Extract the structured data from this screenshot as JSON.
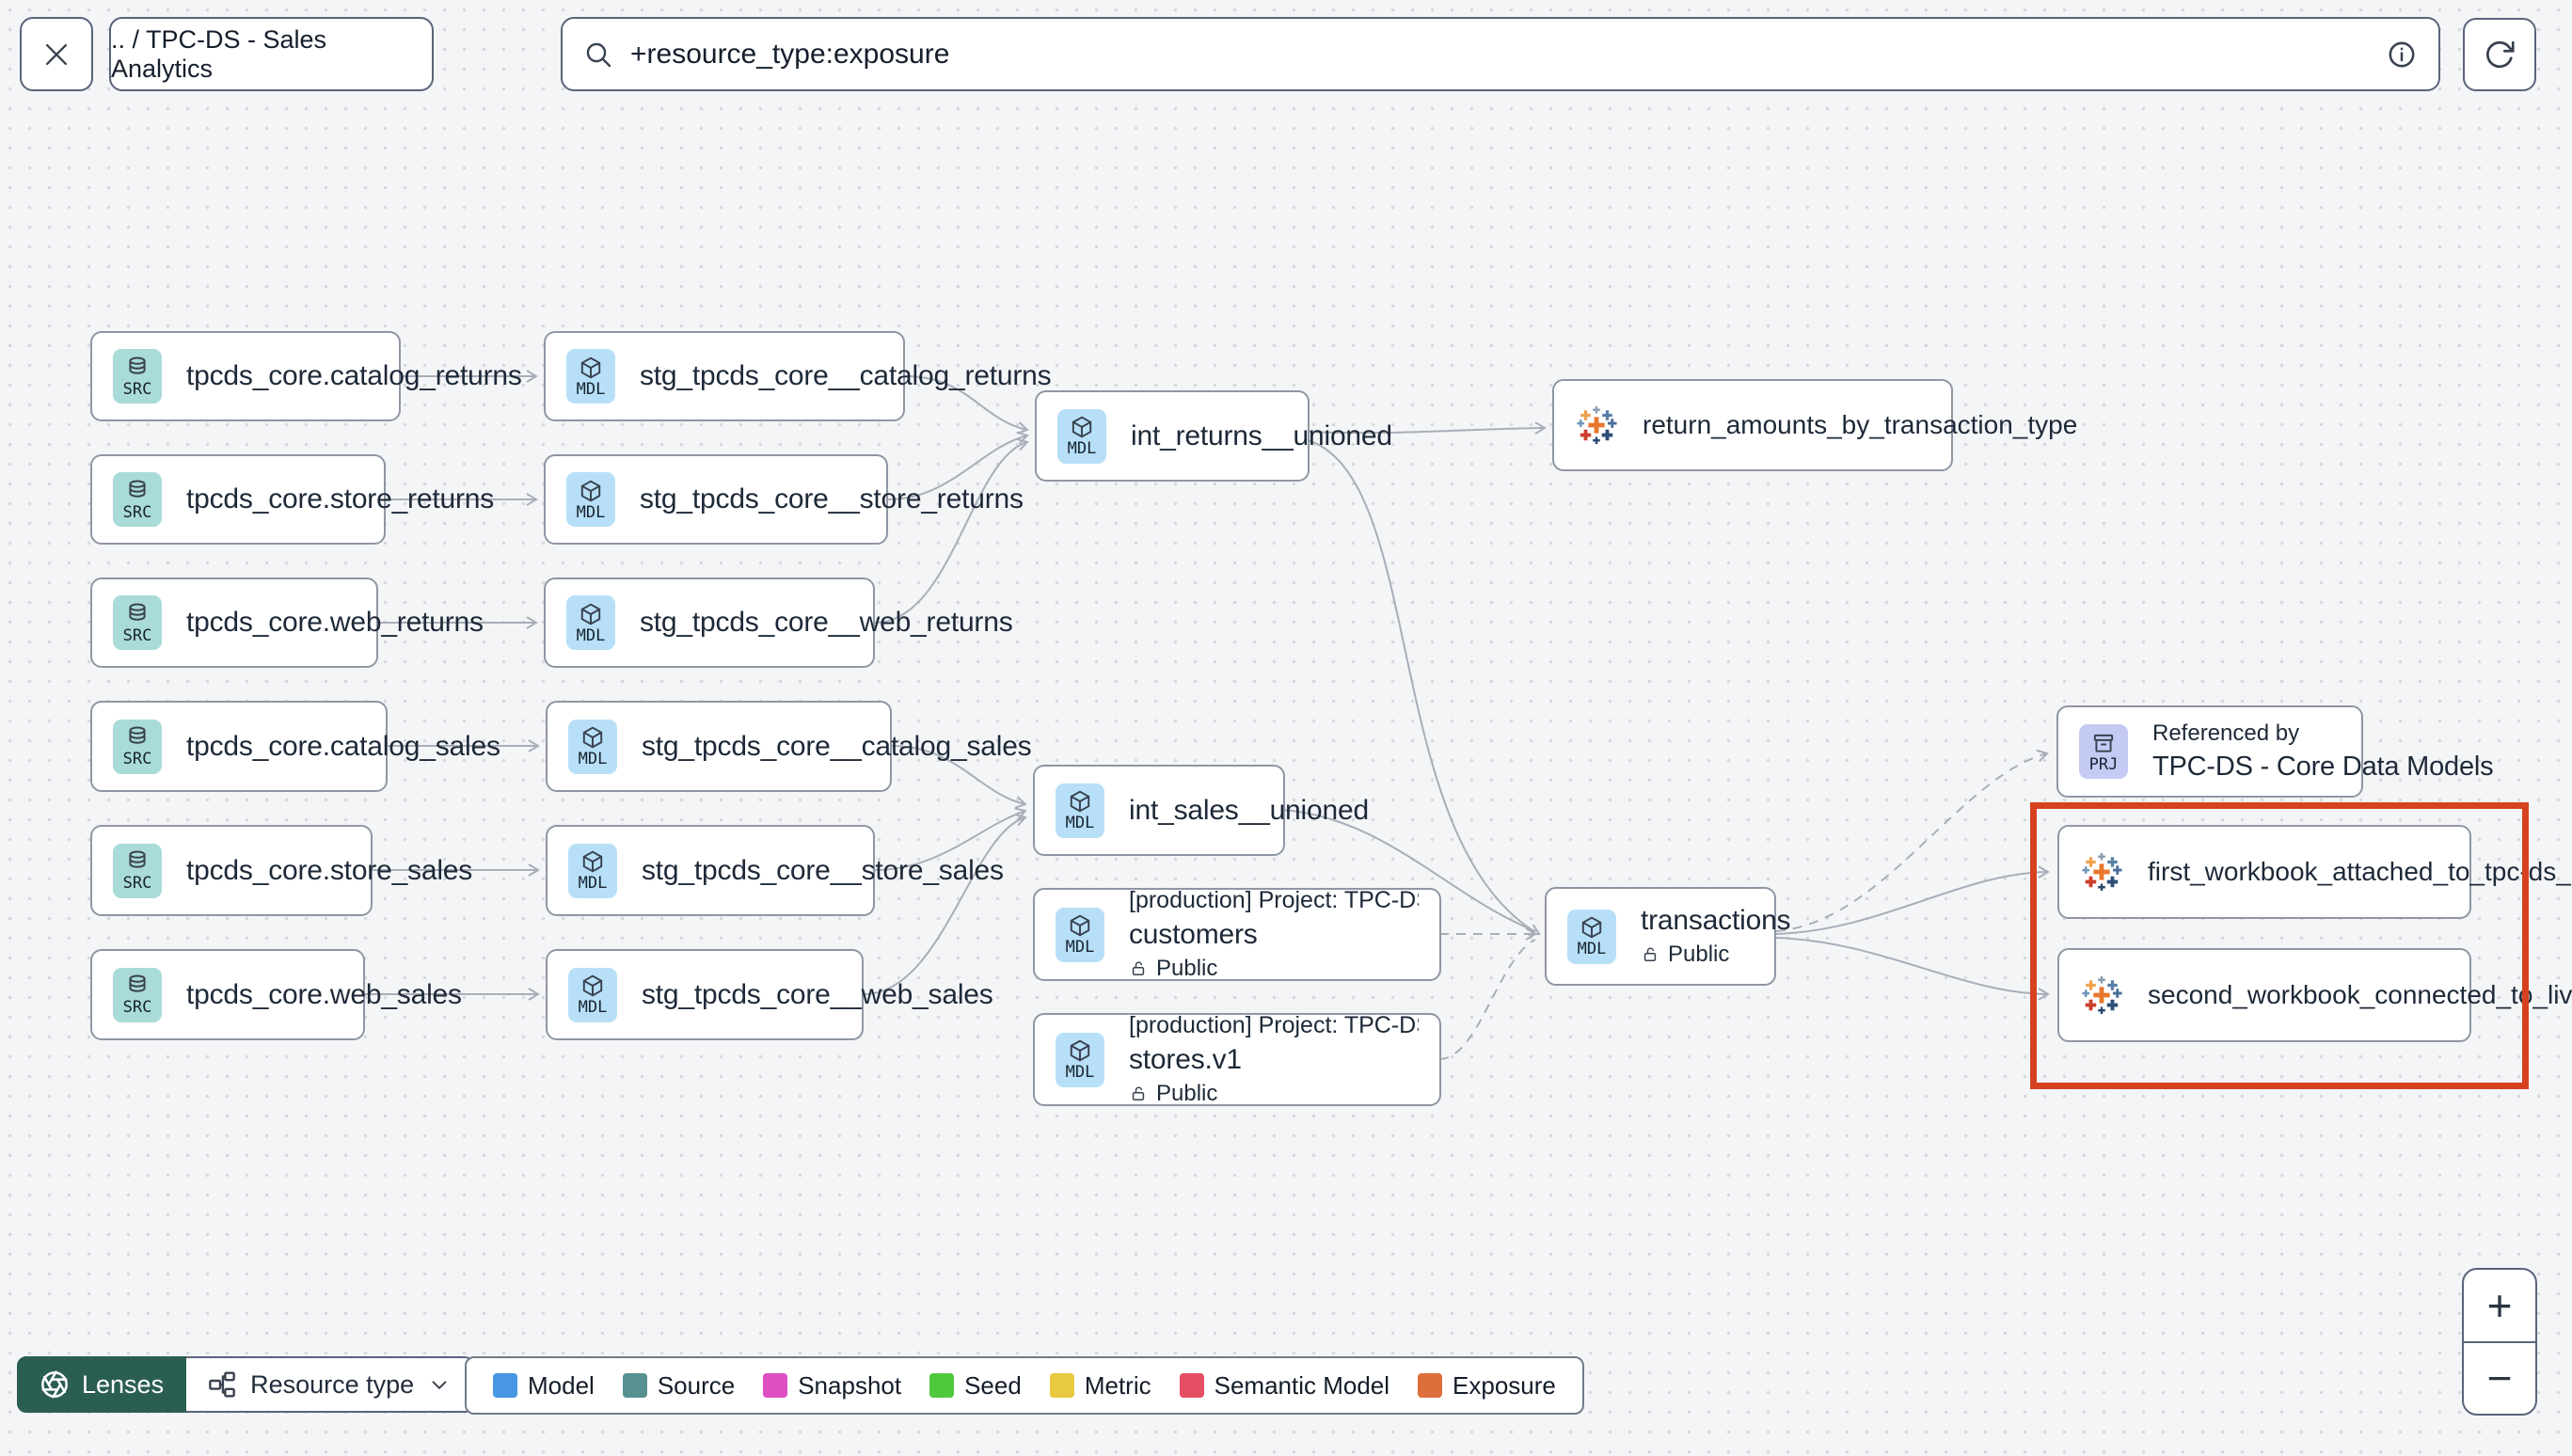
{
  "header": {
    "breadcrumb": ".. / TPC-DS - Sales Analytics",
    "search": {
      "value": "+resource_type:exposure"
    }
  },
  "graph": {
    "nodes": {
      "src_catalog_returns": {
        "badge": "SRC",
        "label": "tpcds_core.catalog_returns"
      },
      "src_store_returns": {
        "badge": "SRC",
        "label": "tpcds_core.store_returns"
      },
      "src_web_returns": {
        "badge": "SRC",
        "label": "tpcds_core.web_returns"
      },
      "src_catalog_sales": {
        "badge": "SRC",
        "label": "tpcds_core.catalog_sales"
      },
      "src_store_sales": {
        "badge": "SRC",
        "label": "tpcds_core.store_sales"
      },
      "src_web_sales": {
        "badge": "SRC",
        "label": "tpcds_core.web_sales"
      },
      "stg_catalog_returns": {
        "badge": "MDL",
        "label": "stg_tpcds_core__catalog_returns"
      },
      "stg_store_returns": {
        "badge": "MDL",
        "label": "stg_tpcds_core__store_returns"
      },
      "stg_web_returns": {
        "badge": "MDL",
        "label": "stg_tpcds_core__web_returns"
      },
      "stg_catalog_sales": {
        "badge": "MDL",
        "label": "stg_tpcds_core__catalog_sales"
      },
      "stg_store_sales": {
        "badge": "MDL",
        "label": "stg_tpcds_core__store_sales"
      },
      "stg_web_sales": {
        "badge": "MDL",
        "label": "stg_tpcds_core__web_sales"
      },
      "int_returns_unioned": {
        "badge": "MDL",
        "label": "int_returns__unioned"
      },
      "int_sales_unioned": {
        "badge": "MDL",
        "label": "int_sales__unioned"
      },
      "customers": {
        "badge": "MDL",
        "project_line": "[production] Project: TPC-DS - Core Data Mo…",
        "label": "customers",
        "access": "Public"
      },
      "stores_v1": {
        "badge": "MDL",
        "project_line": "[production] Project: TPC-DS - Core Data Mo…",
        "label": "stores.v1",
        "access": "Public"
      },
      "transactions": {
        "badge": "MDL",
        "label": "transactions",
        "access": "Public"
      },
      "return_amounts": {
        "label": "return_amounts_by_transaction_type"
      },
      "referenced_by_project": {
        "badge": "PRJ",
        "title": "Referenced by",
        "label": "TPC-DS - Core Data Models"
      },
      "first_workbook": {
        "label": "first_workbook_attached_to_tpc-ds_-_…"
      },
      "second_workbook": {
        "label": "second_workbook_connected_to_live…"
      }
    }
  },
  "footer": {
    "lenses_label": "Lenses",
    "resource_type_label": "Resource type",
    "legend": {
      "items": [
        {
          "label": "Model",
          "color": "#4797e3"
        },
        {
          "label": "Source",
          "color": "#579090"
        },
        {
          "label": "Snapshot",
          "color": "#de4fc2"
        },
        {
          "label": "Seed",
          "color": "#4fc83d"
        },
        {
          "label": "Metric",
          "color": "#e8c93f"
        },
        {
          "label": "Semantic Model",
          "color": "#e64e63"
        },
        {
          "label": "Exposure",
          "color": "#dd6f3d"
        }
      ]
    }
  },
  "zoom_controls": {
    "zoom_in": "+",
    "zoom_out": "−"
  }
}
